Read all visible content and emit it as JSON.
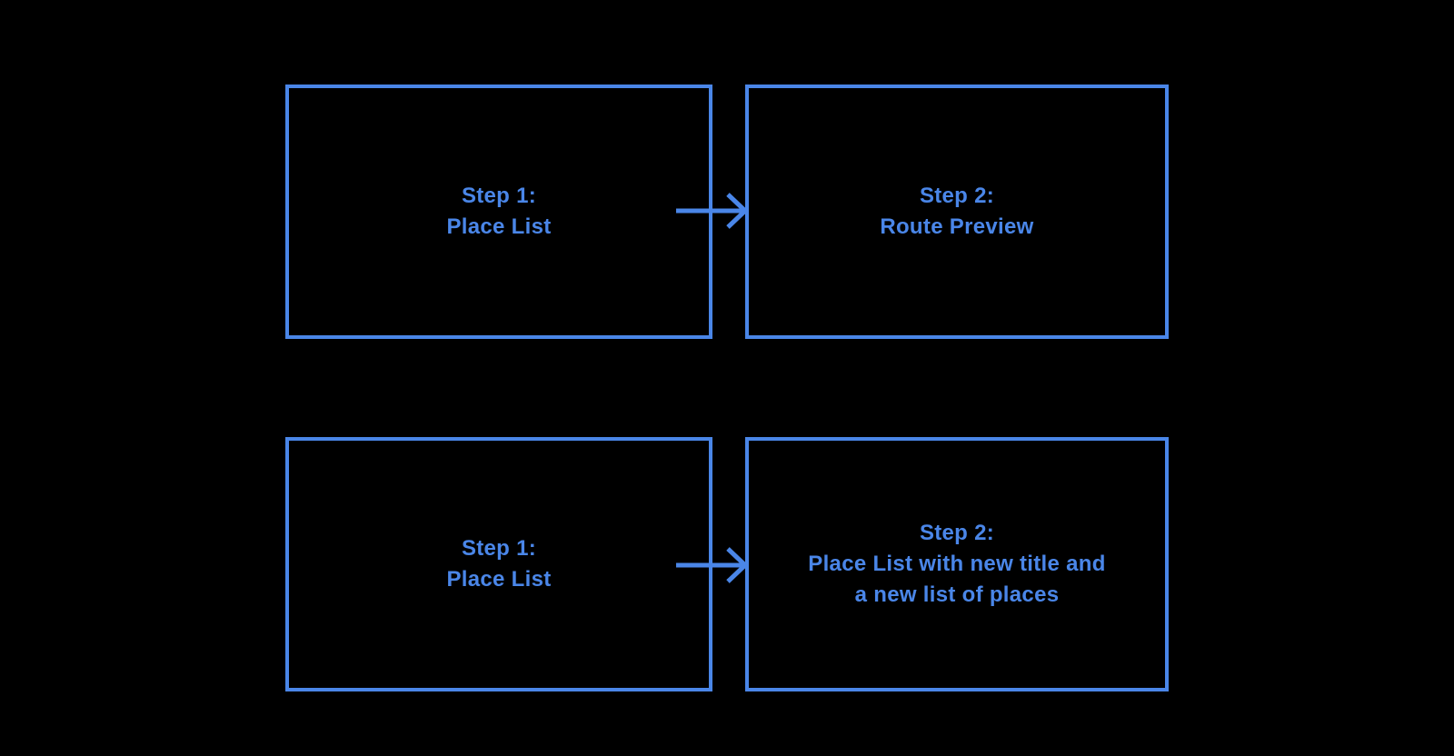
{
  "theme": {
    "background": "#000000",
    "accent": "#4a86e8"
  },
  "flow1": {
    "step1": {
      "line1": "Step 1:",
      "line2": "Place List"
    },
    "step2": {
      "line1": "Step 2:",
      "line2": "Route Preview"
    }
  },
  "flow2": {
    "step1": {
      "line1": "Step 1:",
      "line2": "Place List"
    },
    "step2": {
      "line1": "Step 2:",
      "line2": "Place List with new title and",
      "line3": "a new list of places"
    }
  }
}
